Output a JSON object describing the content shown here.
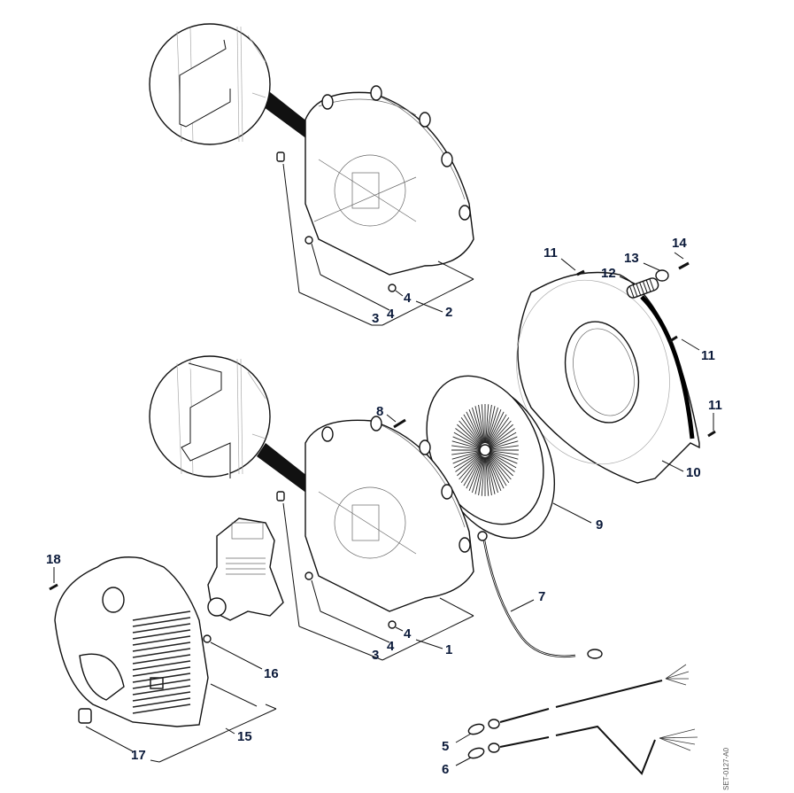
{
  "figure": {
    "drawing_code": "SET-0127-A0",
    "callouts": {
      "c1": "1",
      "c2": "2",
      "c3a": "3",
      "c3b": "3",
      "c4a": "4",
      "c4b": "4",
      "c4c": "4",
      "c4d": "4",
      "c5": "5",
      "c6": "6",
      "c7": "7",
      "c8": "8",
      "c9": "9",
      "c10": "10",
      "c11a": "11",
      "c11b": "11",
      "c11c": "11",
      "c12": "12",
      "c13": "13",
      "c14": "14",
      "c15": "15",
      "c16": "16",
      "c17": "17",
      "c18": "18"
    },
    "colors": {
      "callout": "#0b1a3a",
      "line": "#111111",
      "background": "#ffffff"
    }
  }
}
